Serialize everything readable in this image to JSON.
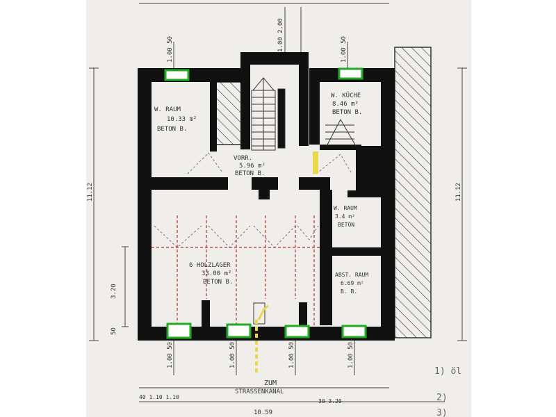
{
  "rooms": {
    "wohnraum": {
      "name": "W. RAUM",
      "area": "10.33 m²",
      "floor": "BETON B."
    },
    "kueche": {
      "name": "W. KÜCHE",
      "area": "8.46 m²",
      "floor": "BETON B."
    },
    "vorraum": {
      "name": "VORR.",
      "area": "5.96 m²",
      "floor": "BETON B."
    },
    "wc": {
      "name": "W. RAUM",
      "area": "3.4 m²",
      "floor": "BETON"
    },
    "holzlager": {
      "name": "6 HOLZLAGER",
      "area": "33.00 m²",
      "floor": "BETON B."
    },
    "abstellraum": {
      "name": "ABST. RAUM",
      "area": "6.69 m²",
      "floor": "B. B."
    }
  },
  "dimensions": {
    "left_height": "11.12",
    "right_height": "11.12",
    "top_center": "1.00 2.00",
    "top_left": "1.00 50",
    "top_right": "1.00 50",
    "left_section": "3.20",
    "left_bottom": "50",
    "bottom_left": "1.00 50",
    "bottom_center": "1.00 50",
    "bottom_center_right": "1.00 50",
    "bottom_right": "1.00 50",
    "total_width": "10.59",
    "row_small": "40 1.10 1.10",
    "row_right": "30 3.20"
  },
  "annotations": {
    "zum": "ZUM",
    "strassenkanal": "STRASSENKANAL",
    "hand_note": "1) öl",
    "number_1": "2)",
    "number_2": "3)"
  },
  "colors": {
    "wall": "#111111",
    "window": "#22aa22",
    "paper": "#efeeeb",
    "pipe": "#e8d84a",
    "beam": "#b03030"
  }
}
